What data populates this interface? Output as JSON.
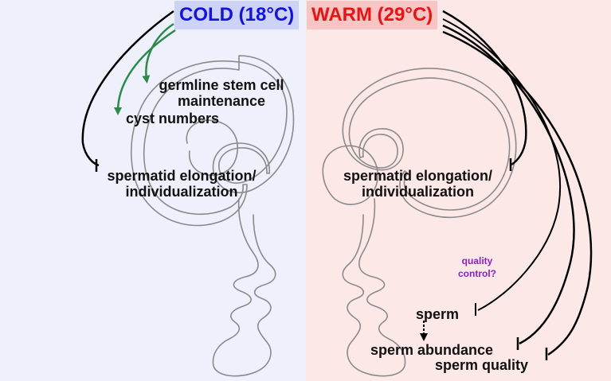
{
  "colors": {
    "cold_bg": "#eef0fc",
    "warm_bg": "#fde8e8",
    "cold_header_bg": "#cdd2f7",
    "warm_header_bg": "#f8c4c4",
    "cold_text": "#1212e6",
    "warm_text": "#ee1111",
    "promote_arrow": "#2a8a4a",
    "inhibit_line": "#000000",
    "quality_control_text": "#8a22c0",
    "tissue_outline": "#8a8a8a"
  },
  "headers": {
    "cold": "COLD (18°C)",
    "warm": "WARM (29°C)"
  },
  "cold_labels": {
    "gsc_line1": "germline stem cell",
    "gsc_line2": "maintenance",
    "cyst_numbers": "cyst numbers",
    "elongation_line1": "spermatid elongation/",
    "elongation_line2": "individualization"
  },
  "warm_labels": {
    "elongation_line1": "spermatid elongation/",
    "elongation_line2": "individualization",
    "quality_control_line1": "quality",
    "quality_control_line2": "control?",
    "sperm": "sperm",
    "sperm_abundance": "sperm abundance",
    "sperm_quality": "sperm quality"
  }
}
